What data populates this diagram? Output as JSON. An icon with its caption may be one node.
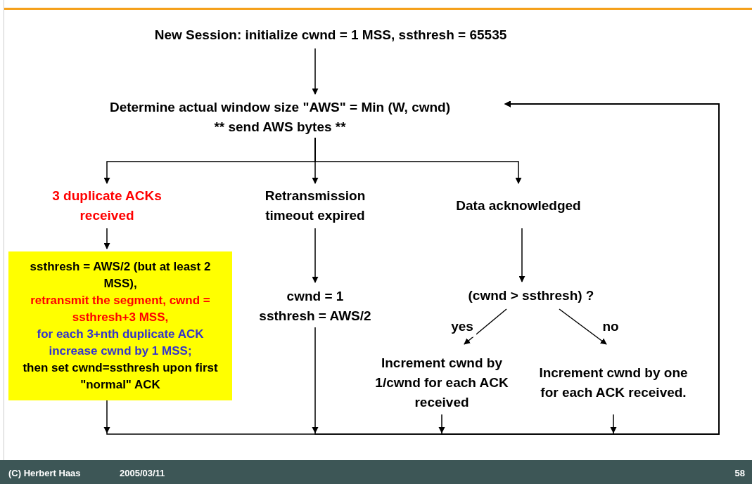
{
  "diagram": {
    "nodes": [
      {
        "text": [
          "New Session: initialize cwnd = 1 MSS, ssthresh = 65535"
        ]
      },
      {
        "text": [
          "Determine actual window size \"AWS\" = Min (W, cwnd)",
          "** send AWS bytes **"
        ]
      },
      {
        "text": [
          "3 duplicate ACKs received"
        ]
      },
      {
        "text": [
          "Retransmission timeout expired"
        ]
      },
      {
        "text": [
          "Data acknowledged"
        ]
      },
      {
        "text": [
          "ssthresh = AWS/2 (but at least 2 MSS),",
          "retransmit the segment, cwnd = ssthresh+3 MSS,",
          "for each 3+nth duplicate ACK increase cwnd by 1 MSS;",
          "then set cwnd=ssthresh upon first \"normal\" ACK"
        ]
      },
      {
        "text": [
          "cwnd = 1",
          "ssthresh = AWS/2"
        ]
      },
      {
        "text": [
          "(cwnd > ssthresh) ?"
        ]
      },
      {
        "text": [
          "Increment cwnd by 1/cwnd for each ACK received"
        ]
      },
      {
        "text": [
          "Increment cwnd by one for each ACK received."
        ]
      }
    ],
    "edges": [
      {
        "from": 0,
        "to": 1,
        "arrow": "to"
      },
      {
        "from": 1,
        "to": 2,
        "arrow": "to"
      },
      {
        "from": 1,
        "to": 3,
        "arrow": "to"
      },
      {
        "from": 1,
        "to": 4,
        "arrow": "to"
      },
      {
        "from": 2,
        "to": 5,
        "arrow": "to"
      },
      {
        "from": 3,
        "to": 6,
        "arrow": "to"
      },
      {
        "from": 4,
        "to": 7,
        "arrow": "to"
      },
      {
        "from": 7,
        "to": 8,
        "arrow": "to",
        "label": "yes"
      },
      {
        "from": 7,
        "to": 9,
        "arrow": "to",
        "label": "no"
      },
      {
        "from": 5,
        "to": 1,
        "arrow": "to"
      },
      {
        "from": 6,
        "to": 1,
        "arrow": "to"
      },
      {
        "from": 8,
        "to": 1,
        "arrow": "to"
      },
      {
        "from": 9,
        "to": 1,
        "arrow": "to"
      }
    ],
    "labels": [
      "(C) Herbert Haas",
      "2005/03/11",
      "58"
    ]
  }
}
